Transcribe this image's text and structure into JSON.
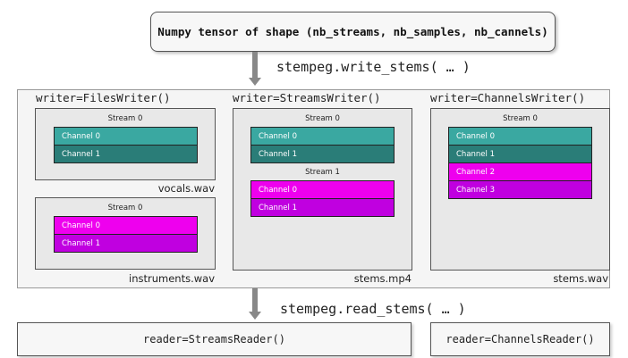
{
  "top_box": {
    "text": "Numpy tensor of shape (nb_streams, nb_samples, nb_cannels)"
  },
  "write_call": "stempeg.write_stems( … )",
  "read_call": "stempeg.read_stems( … )",
  "writers": {
    "files": {
      "label": "writer=FilesWriter()",
      "files": [
        {
          "stream": "Stream 0",
          "channels": [
            "Channel 0",
            "Channel 1"
          ],
          "filename": "vocals.wav"
        },
        {
          "stream": "Stream 0",
          "channels": [
            "Channel 0",
            "Channel 1"
          ],
          "filename": "instruments.wav"
        }
      ]
    },
    "streams": {
      "label": "writer=StreamsWriter()",
      "streams": [
        {
          "stream": "Stream 0",
          "channels": [
            "Channel 0",
            "Channel 1"
          ]
        },
        {
          "stream": "Stream 1",
          "channels": [
            "Channel 0",
            "Channel 1"
          ]
        }
      ],
      "filename": "stems.mp4"
    },
    "channels": {
      "label": "writer=ChannelsWriter()",
      "stream": "Stream 0",
      "channels": [
        "Channel 0",
        "Channel 1",
        "Channel 2",
        "Channel 3"
      ],
      "filename": "stems.wav"
    }
  },
  "readers": {
    "streams": "reader=StreamsReader()",
    "channels": "reader=ChannelsReader()"
  },
  "colors": {
    "teal_light": "#3aa8a1",
    "teal_dark": "#2a7d78",
    "magenta_light": "#ee00ee",
    "magenta_dark": "#c000e0"
  }
}
